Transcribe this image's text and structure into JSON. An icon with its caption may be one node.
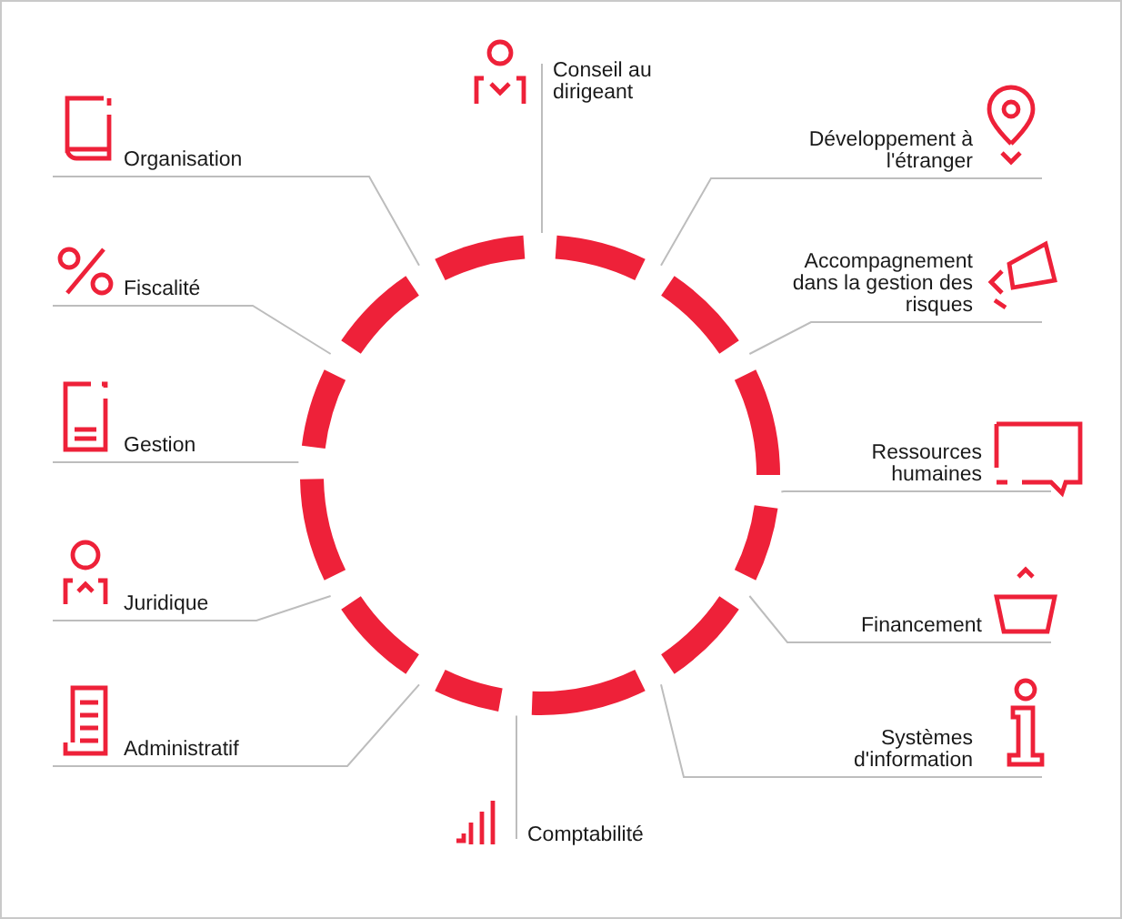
{
  "diagram": {
    "nodes": [
      {
        "text": [
          "Conseil au dirigeant"
        ]
      },
      {
        "text": [
          "Organisation"
        ]
      },
      {
        "text": [
          "Développement à l'étranger"
        ]
      },
      {
        "text": [
          "Accompagnement dans la gestion des risques"
        ]
      },
      {
        "text": [
          "Fiscalité"
        ]
      },
      {
        "text": [
          "Gestion"
        ]
      },
      {
        "text": [
          "Ressources humaines"
        ]
      },
      {
        "text": [
          "Juridique"
        ]
      },
      {
        "text": [
          "Financement"
        ]
      },
      {
        "text": [
          "Administratif"
        ]
      },
      {
        "text": [
          "Systèmes d'information"
        ]
      },
      {
        "text": [
          "Comptabilité"
        ]
      }
    ],
    "edges": [
      {
        "from": 0,
        "to": null,
        "arrow": "none"
      },
      {
        "from": 1,
        "to": null,
        "arrow": "none"
      },
      {
        "from": 2,
        "to": null,
        "arrow": "none"
      },
      {
        "from": 3,
        "to": null,
        "arrow": "none"
      },
      {
        "from": 4,
        "to": null,
        "arrow": "none"
      },
      {
        "from": 5,
        "to": null,
        "arrow": "none"
      },
      {
        "from": 6,
        "to": null,
        "arrow": "none"
      },
      {
        "from": 7,
        "to": null,
        "arrow": "none"
      },
      {
        "from": 8,
        "to": null,
        "arrow": "none"
      },
      {
        "from": 9,
        "to": null,
        "arrow": "none"
      },
      {
        "from": 10,
        "to": null,
        "arrow": "none"
      },
      {
        "from": 11,
        "to": null,
        "arrow": "none"
      }
    ]
  }
}
